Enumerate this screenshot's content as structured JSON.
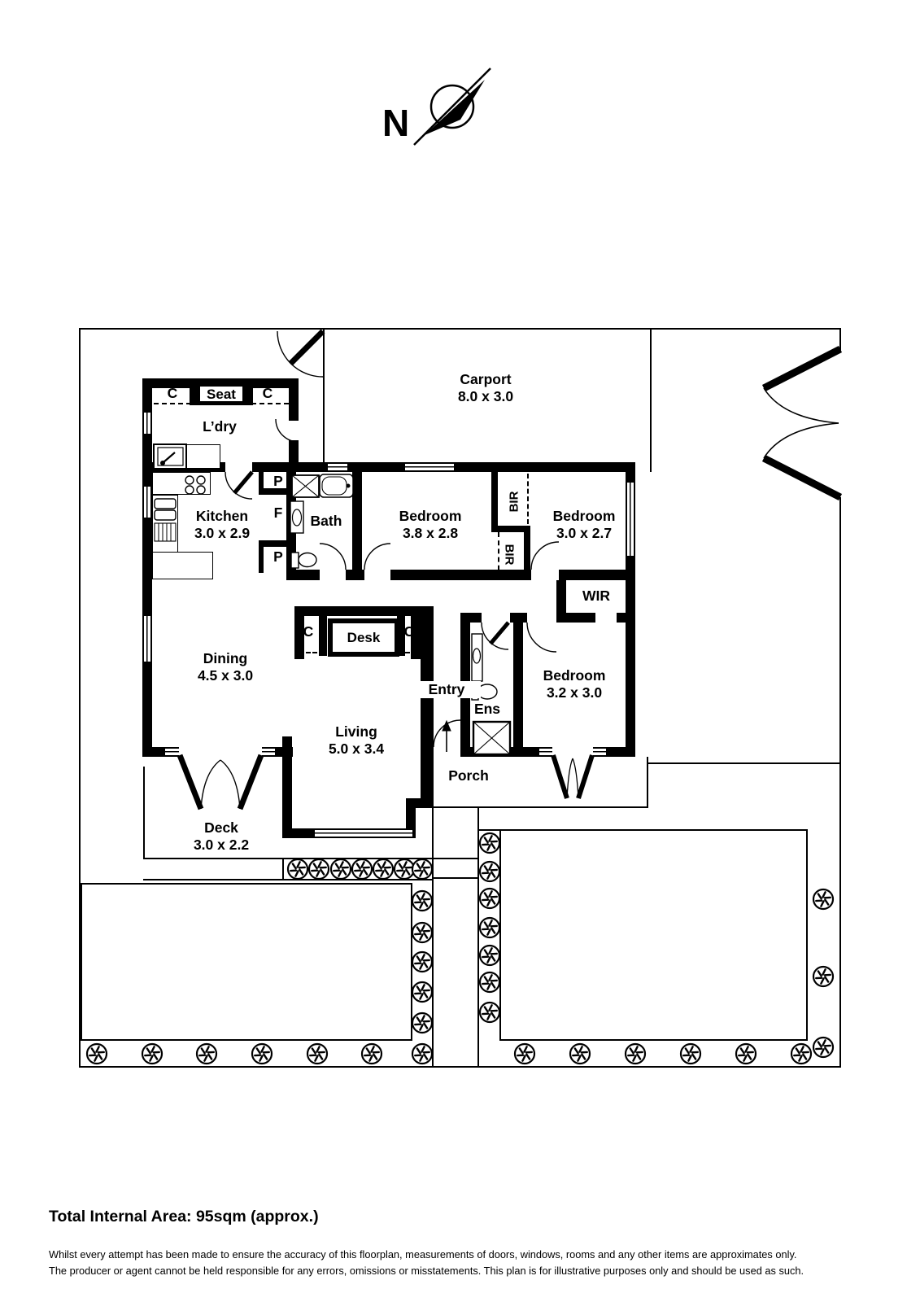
{
  "compass": {
    "north_label": "N"
  },
  "rooms": {
    "carport": {
      "name": "Carport",
      "dims": "8.0 x 3.0"
    },
    "laundry": {
      "name": "L’dry"
    },
    "kitchen": {
      "name": "Kitchen",
      "dims": "3.0 x 2.9"
    },
    "bath": {
      "name": "Bath"
    },
    "bed1": {
      "name": "Bedroom",
      "dims": "3.8 x 2.8"
    },
    "bed2": {
      "name": "Bedroom",
      "dims": "3.0 x 2.7"
    },
    "bed3": {
      "name": "Bedroom",
      "dims": "3.2 x 3.0"
    },
    "dining": {
      "name": "Dining",
      "dims": "4.5 x 3.0"
    },
    "living": {
      "name": "Living",
      "dims": "5.0 x 3.4"
    },
    "deck": {
      "name": "Deck",
      "dims": "3.0 x 2.2"
    },
    "porch": {
      "name": "Porch"
    },
    "entry": {
      "name": "Entry"
    },
    "ensuite": {
      "name": "Ens"
    },
    "wir": {
      "name": "WIR"
    }
  },
  "fixtures": {
    "cupboard": "C",
    "seat": "Seat",
    "pantry": "P",
    "fridge": "F",
    "desk": "Desk",
    "robe": "BIR"
  },
  "footer": {
    "title": "Total Internal Area: 95sqm (approx.)",
    "disclaimer1": "Whilst every attempt has been made to ensure the accuracy of this floorplan, measurements of doors, windows, rooms and any other items are approximates only.",
    "disclaimer2": "The producer or agent cannot be held responsible for any errors, omissions or misstatements. This plan is for illustrative purposes only and should be used as such."
  }
}
